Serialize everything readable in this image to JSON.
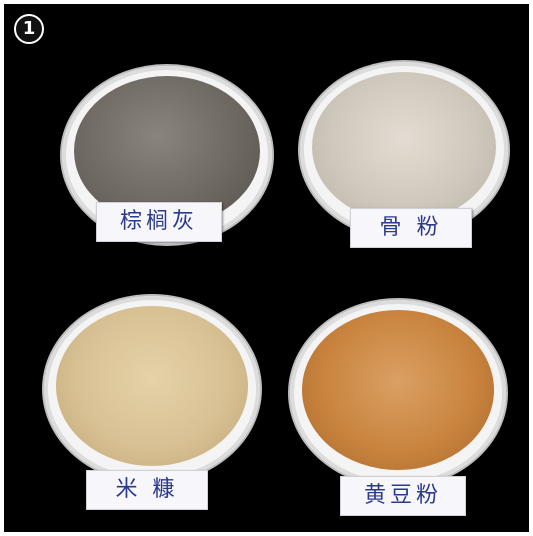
{
  "badge": "1",
  "samples": [
    {
      "label": "棕榈灰",
      "color": "#6e6862"
    },
    {
      "label": "骨 粉",
      "color": "#cfc8bd"
    },
    {
      "label": "米 糠",
      "color": "#d8c194"
    },
    {
      "label": "黄豆粉",
      "color": "#c9843f"
    }
  ]
}
